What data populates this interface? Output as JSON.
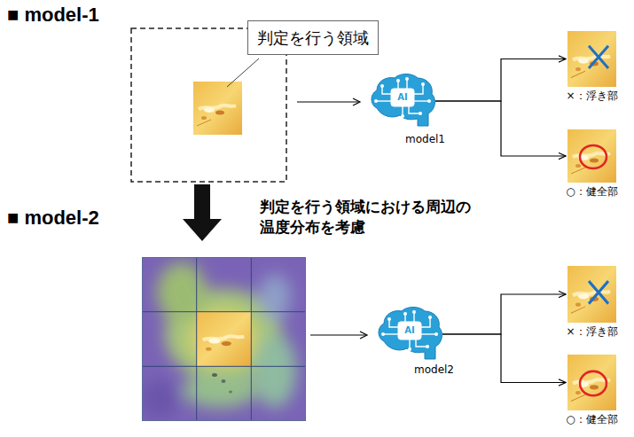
{
  "diagram": {
    "nodes": [
      {
        "text": [
          "判定を行う領域"
        ]
      },
      {
        "text": [
          "AI",
          "model1"
        ]
      },
      {
        "text": [
          "×：浮き部"
        ]
      },
      {
        "text": [
          "○：健全部"
        ]
      },
      {
        "text": [
          "AI",
          "model2"
        ]
      },
      {
        "text": [
          "×：浮き部"
        ]
      },
      {
        "text": [
          "○：健全部"
        ]
      }
    ],
    "edges": [
      {
        "from": 1,
        "to": 2,
        "arrow": "to"
      },
      {
        "from": 1,
        "to": 3,
        "arrow": "to"
      },
      {
        "from": 4,
        "to": 5,
        "arrow": "to"
      },
      {
        "from": 4,
        "to": 6,
        "arrow": "to"
      }
    ],
    "labels": [
      "■ model-1",
      "■ model-2",
      "判定を行う領域における周辺の 温度分布を考慮"
    ]
  }
}
